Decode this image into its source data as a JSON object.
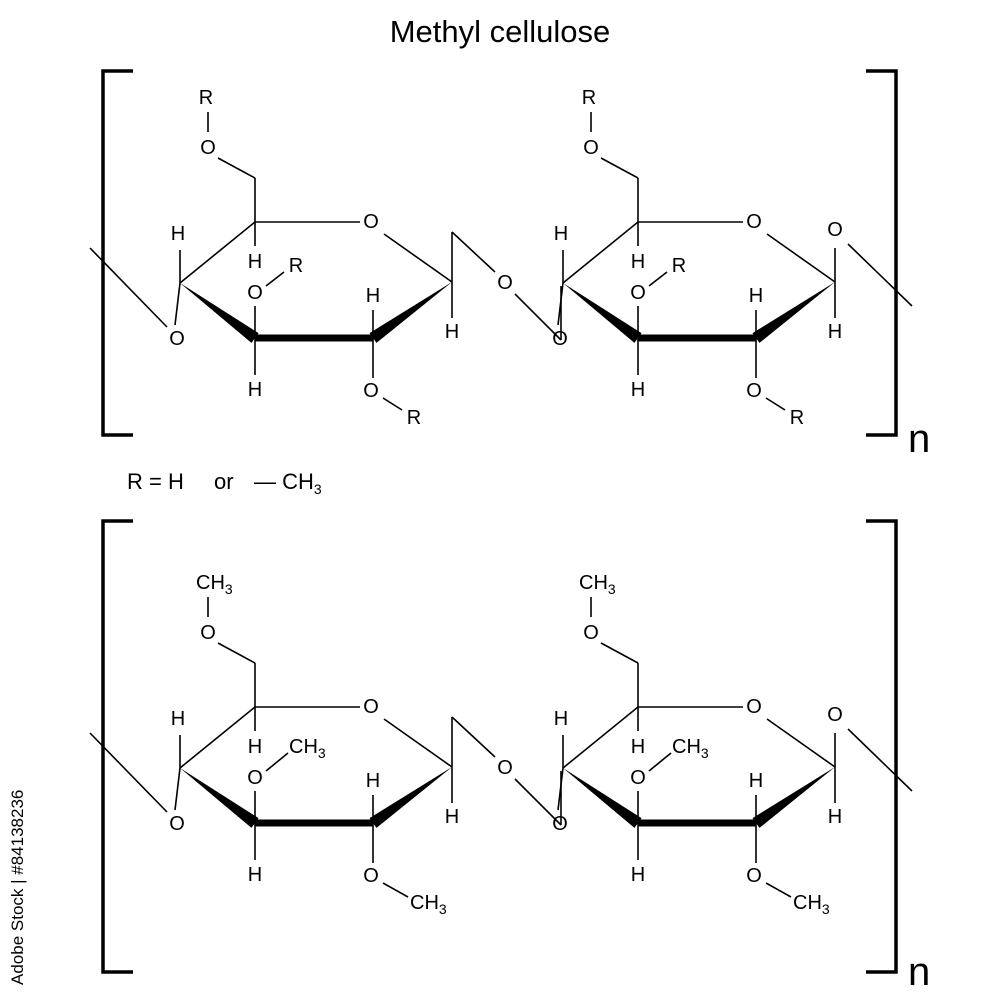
{
  "title": "Methyl cellulose",
  "stock_id": "Adobe Stock | #84138236",
  "repeat_label": "n",
  "legend": {
    "r_eq": "R = H",
    "or": "or",
    "dash": "—",
    "ch": "CH",
    "sub": "3"
  },
  "atoms": {
    "oxygen": "O",
    "hydrogen": "H",
    "r_group": "R",
    "methyl_main": "CH",
    "methyl_sub": "3"
  }
}
